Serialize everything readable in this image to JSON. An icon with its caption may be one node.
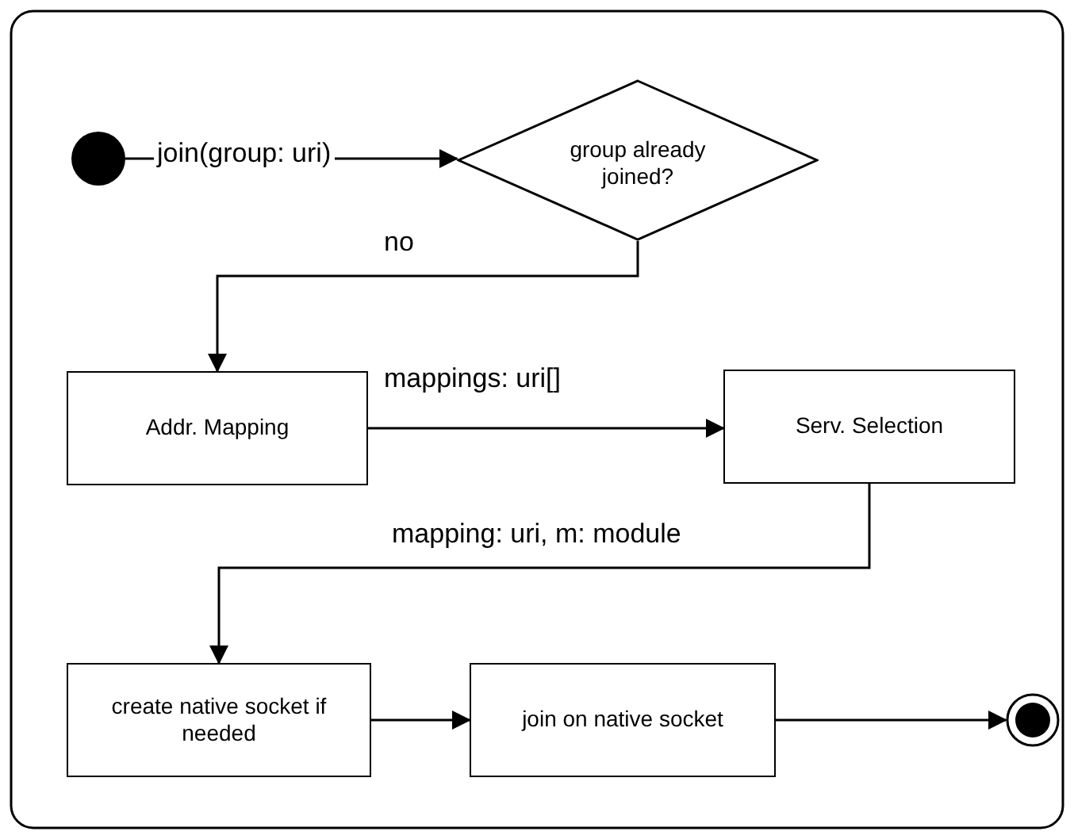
{
  "diagram": {
    "nodes": [
      {
        "text": [],
        "shape": "circle"
      },
      {
        "text": [
          "group already joined?"
        ]
      },
      {
        "text": [
          "Addr. Mapping"
        ]
      },
      {
        "text": [
          "Serv. Selection"
        ]
      },
      {
        "text": [
          "create native socket if needed"
        ]
      },
      {
        "text": [
          "join on native socket"
        ]
      },
      {
        "text": [],
        "shape": "circle"
      }
    ],
    "edges": [
      {
        "from": 0,
        "to": 1,
        "arrow": "to",
        "label": "join(group: uri)"
      },
      {
        "from": 1,
        "to": 2,
        "arrow": "to",
        "label": "no"
      },
      {
        "from": 2,
        "to": 3,
        "arrow": "to",
        "label": "mappings: uri[]"
      },
      {
        "from": 3,
        "to": 4,
        "arrow": "to",
        "label": "mapping: uri, m: module"
      },
      {
        "from": 4,
        "to": 5,
        "arrow": "to"
      },
      {
        "from": 5,
        "to": 6,
        "arrow": "to"
      }
    ]
  }
}
